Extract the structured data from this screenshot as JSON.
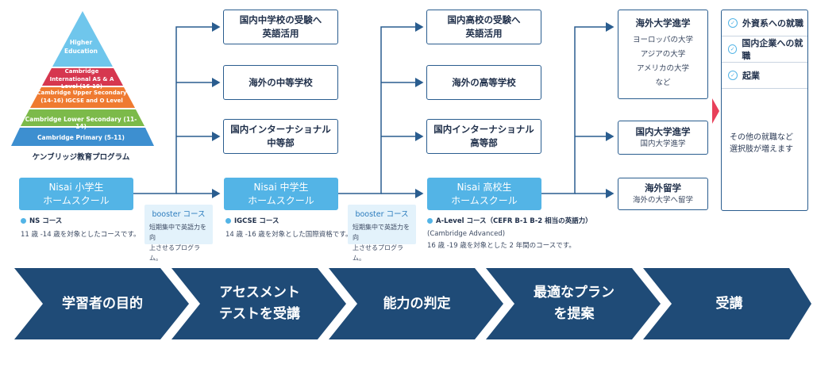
{
  "pyramid": {
    "levels": [
      "Higher Education",
      "Cambridge International AS & A Level (16-19)",
      "Cambridge Upper Secondary (14-16) IGCSE and O Level",
      "Cambridge Lower Secondary (11-14)",
      "Cambridge Primary (5-11)"
    ],
    "caption": "ケンブリッジ教育プログラム"
  },
  "schools": {
    "primary": {
      "line1": "Nisai 小学生",
      "line2": "ホームスクール"
    },
    "junior": {
      "line1": "Nisai 中学生",
      "line2": "ホームスクール"
    },
    "senior": {
      "line1": "Nisai 高校生",
      "line2": "ホームスクール"
    }
  },
  "notes": {
    "ns": {
      "title": "NS コース",
      "desc": "11 歳 -14 歳を対象としたコースです。"
    },
    "igcse": {
      "title": "IGCSE コース",
      "desc": "14 歳 -16 歳を対象とした国際資格です。"
    },
    "alevel": {
      "title": "A-Level コース（CEFR B-1 B-2 相当の英語力）",
      "sub": "(Cambridge Advanced)",
      "desc": "16 歳 -19 歳を対象とした 2 年間のコースです。"
    }
  },
  "booster": {
    "title": "booster コース",
    "desc1": "短期集中で英語力を向",
    "desc2": "上させるプログラム。"
  },
  "junior_targets": [
    {
      "l1": "国内中学校の受験へ",
      "l2": "英語活用"
    },
    {
      "l1": "海外の中等学校",
      "l2": ""
    },
    {
      "l1": "国内インターナショナル",
      "l2": "中等部"
    }
  ],
  "senior_targets": [
    {
      "l1": "国内高校の受験へ",
      "l2": "英語活用"
    },
    {
      "l1": "海外の高等学校",
      "l2": ""
    },
    {
      "l1": "国内インターナショナル",
      "l2": "高等部"
    }
  ],
  "university": {
    "abroad": {
      "title": "海外大学進学",
      "items": [
        "ヨーロッパの大学",
        "アジアの大学",
        "アメリカの大学",
        "など"
      ]
    },
    "domestic": {
      "title": "国内大学進学",
      "sub": "国内大学進学"
    },
    "study_abroad": {
      "title": "海外留学",
      "sub": "海外の大学へ留学"
    }
  },
  "goals": {
    "items": [
      "外資系への就職",
      "国内企業への就職",
      "起業"
    ],
    "footer1": "その他の就職など",
    "footer2": "選択肢が増えます"
  },
  "steps": [
    {
      "l1": "学習者の目的",
      "l2": ""
    },
    {
      "l1": "アセスメント",
      "l2": "テストを受講"
    },
    {
      "l1": "能力の判定",
      "l2": ""
    },
    {
      "l1": "最適なプラン",
      "l2": "を提案"
    },
    {
      "l1": "受講",
      "l2": ""
    }
  ],
  "colors": {
    "navy": "#1f4b77",
    "sky": "#53b4e6",
    "accent": "#e8405a"
  }
}
